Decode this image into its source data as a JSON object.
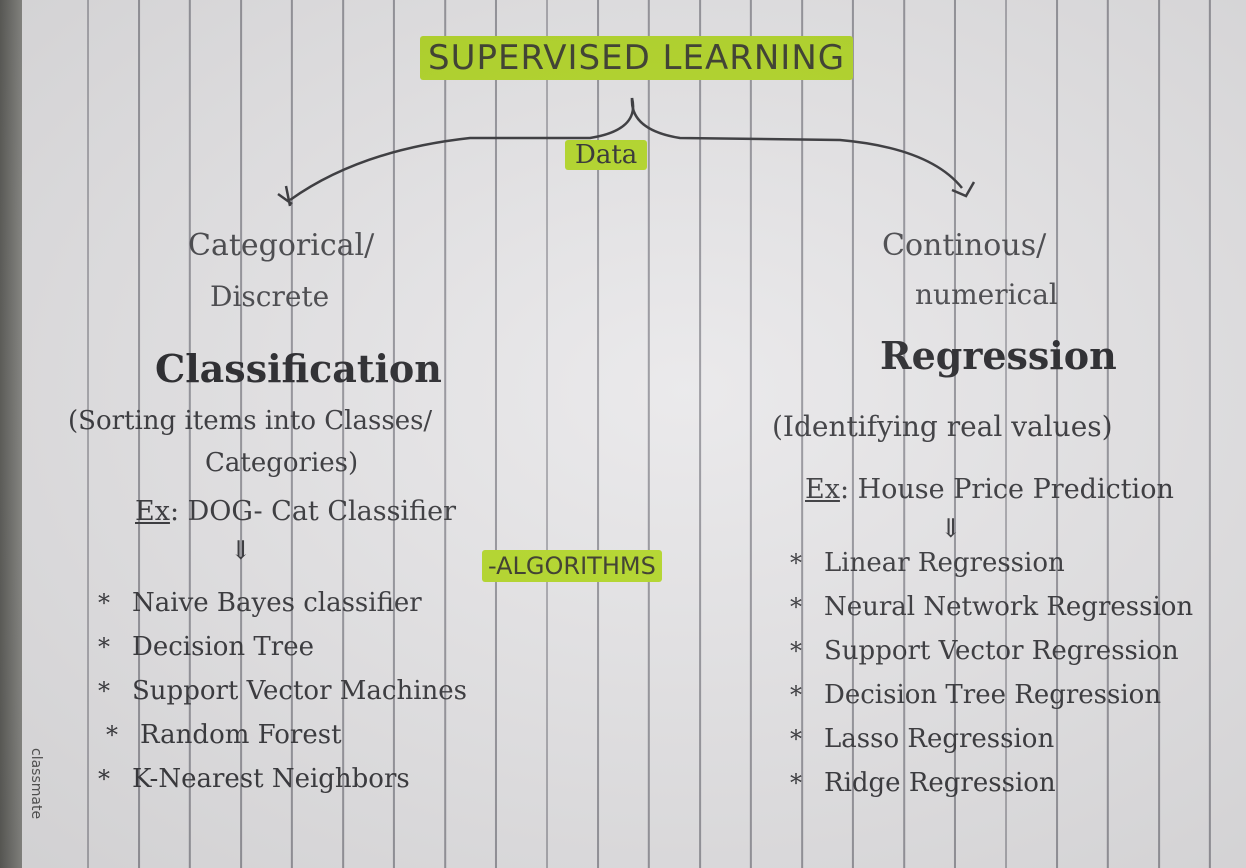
{
  "title": "SUPERVISED LEARNING",
  "branch_label": "Data",
  "highlight_color": "#b6da2a",
  "ink_color": "#3a3a3e",
  "left": {
    "type_line1": "Categorical/",
    "type_line2": "Discrete",
    "heading": "Classification",
    "desc_line1": "(Sorting items into Classes/",
    "desc_line2": "Categories)",
    "example_prefix": "Ex",
    "example_text": ": DOG- Cat Classifier",
    "arrow": "⇓",
    "algorithms": [
      "Naive Bayes classifier",
      "Decision Tree",
      "Support Vector Machines",
      "Random Forest",
      "K-Nearest Neighbors"
    ]
  },
  "right": {
    "type_line1": "Continous/",
    "type_line2": "numerical",
    "heading": "Regression",
    "desc": "(Identifying real values)",
    "example_prefix": "Ex",
    "example_text": ": House Price Prediction",
    "arrow": "⇓",
    "algorithms": [
      "Linear Regression",
      "Neural Network Regression",
      "Support Vector Regression",
      "Decision Tree Regression",
      "Lasso Regression",
      "Ridge Regression"
    ]
  },
  "algorithms_label": "-ALGORITHMS",
  "bullet": "*",
  "brand": "classmate"
}
